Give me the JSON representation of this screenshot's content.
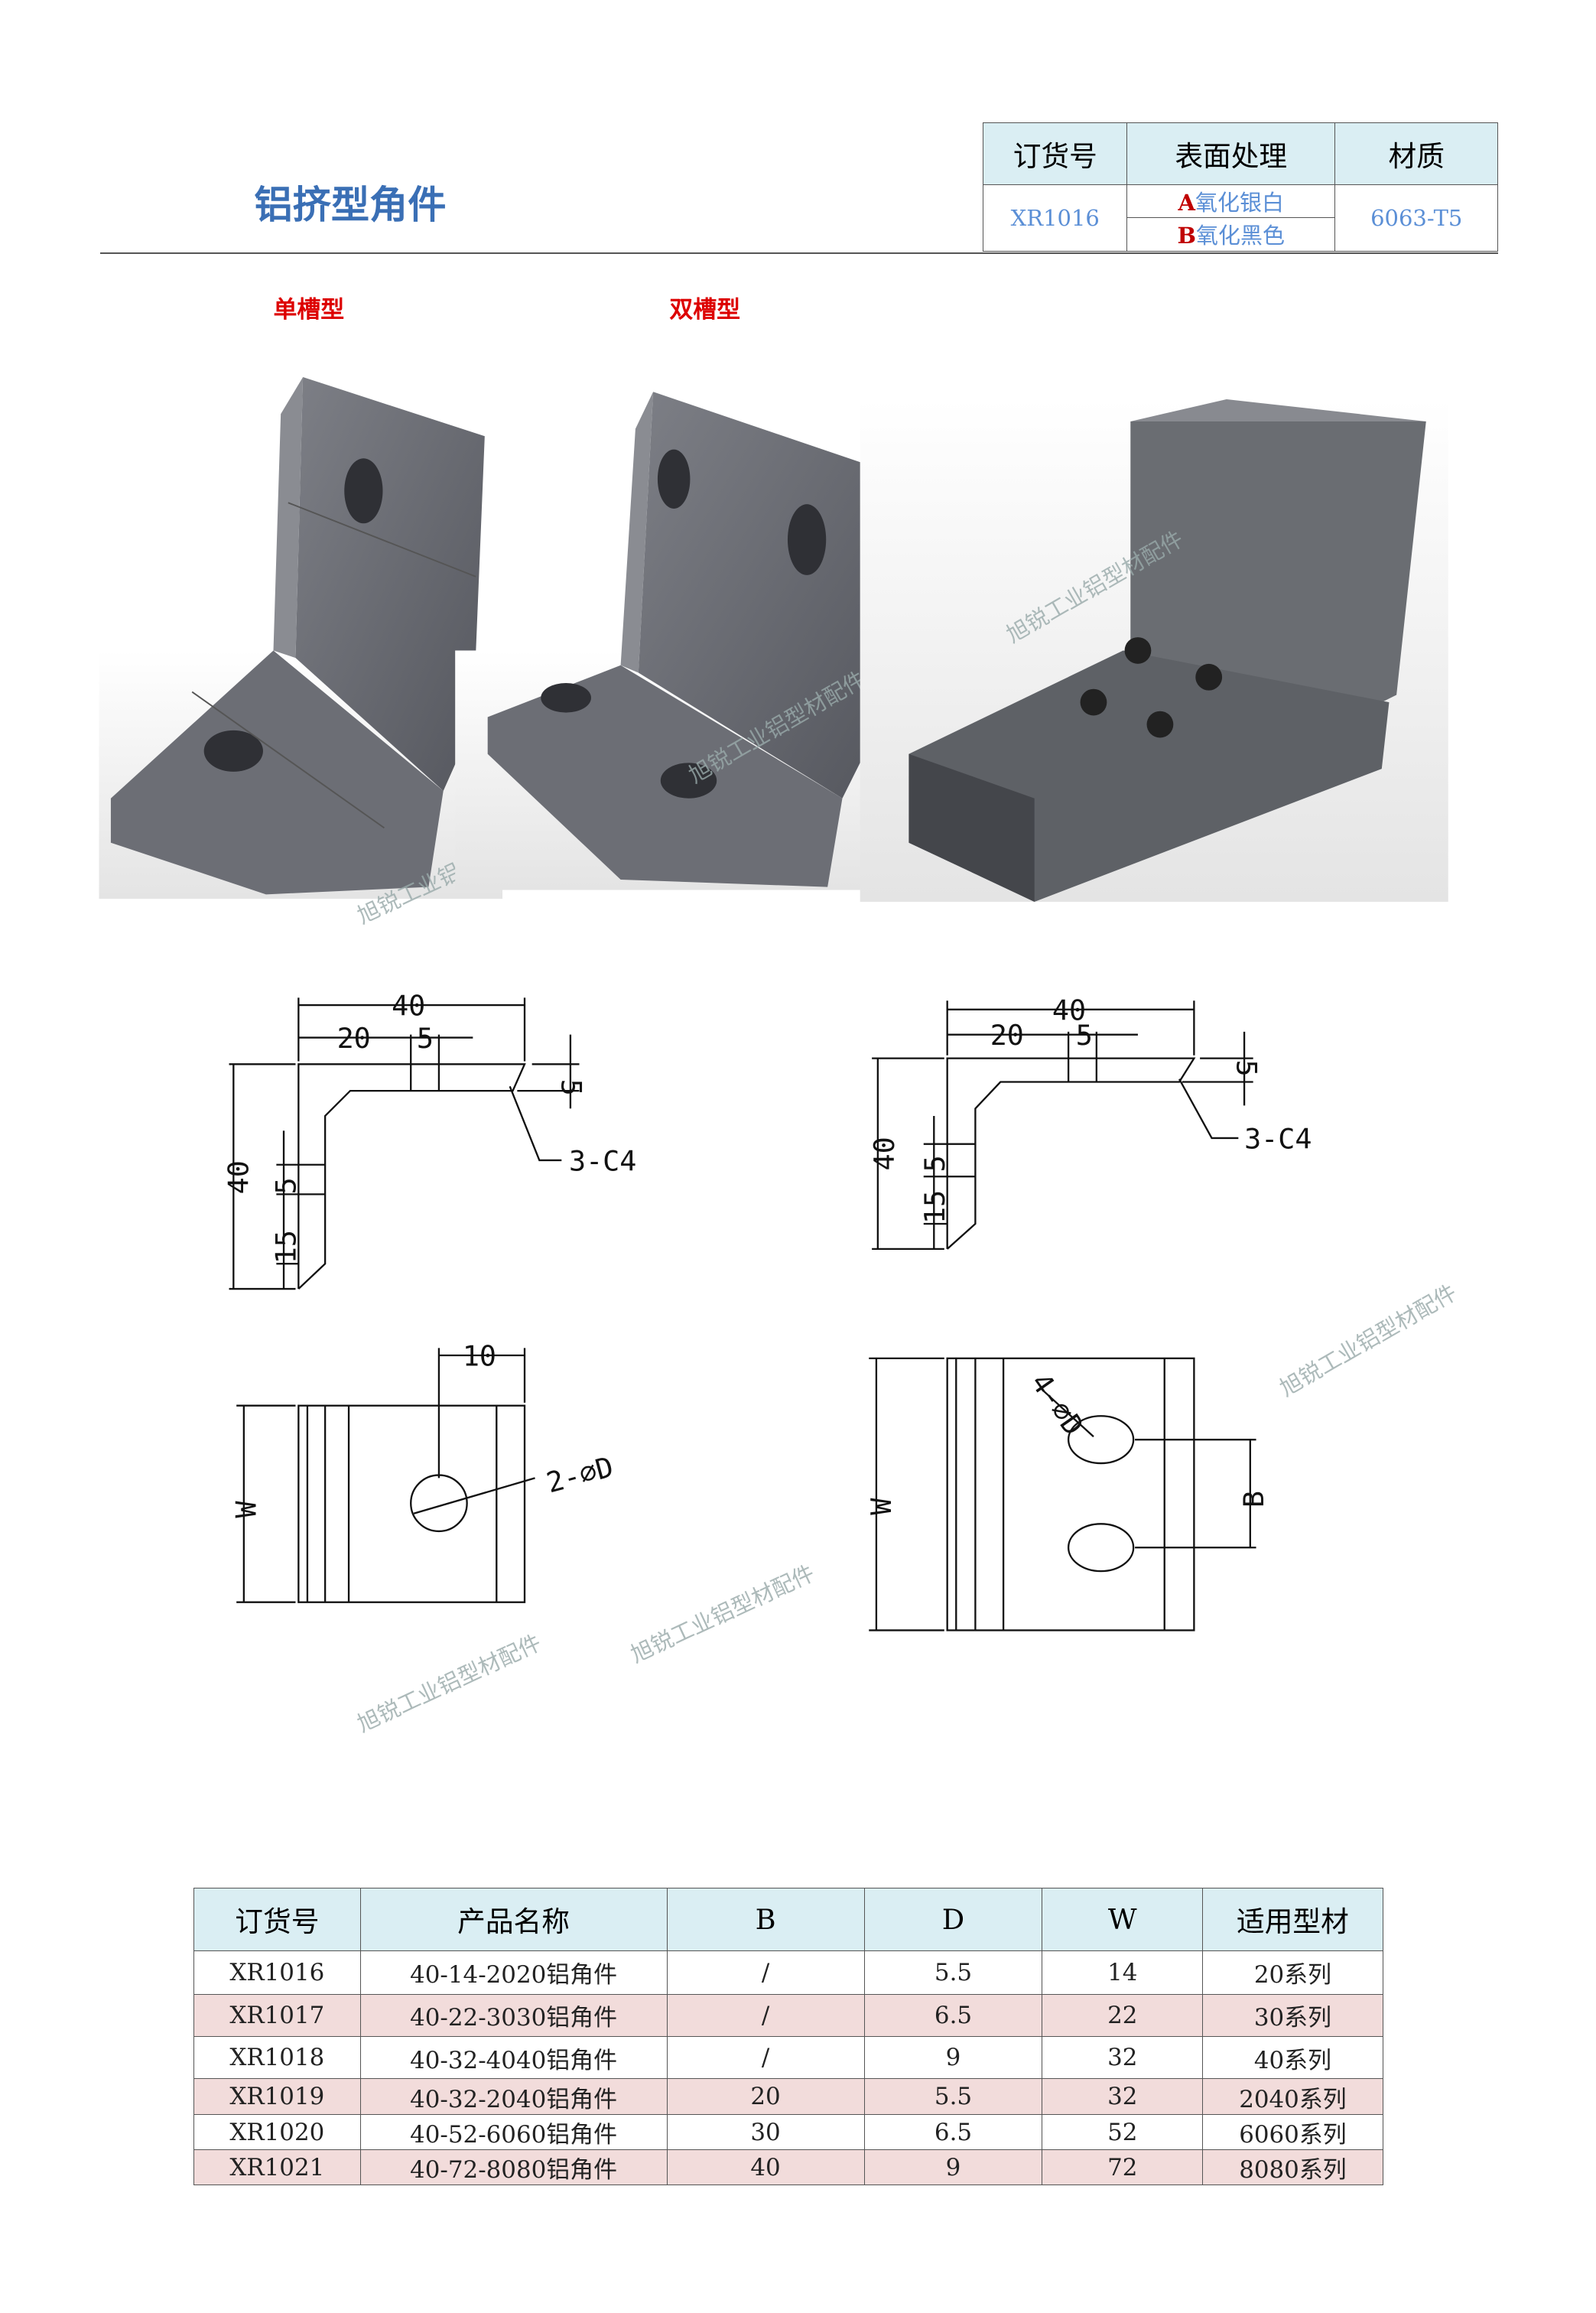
{
  "title": "铝挤型角件",
  "spec_table": {
    "headers": [
      "订货号",
      "表面处理",
      "材质"
    ],
    "order_no": "XR1016",
    "finish_a_letter": "A",
    "finish_a": "氧化银白",
    "finish_b_letter": "B",
    "finish_b": "氧化黑色",
    "material": "6063-T5"
  },
  "types": {
    "single": "单槽型",
    "double": "双槽型"
  },
  "watermark": "旭锐工业铝型材配件",
  "drawing_single": {
    "dim_total": "40",
    "dim_20": "20",
    "dim_5": "5",
    "dim_5_right": "5",
    "dim_height": "40",
    "dim_15": "15",
    "dim_5_left": "5",
    "chamfer": "3-C4",
    "dim_10": "10",
    "hole": "2-⌀D",
    "width": "W"
  },
  "drawing_double": {
    "dim_total": "40",
    "dim_20": "20",
    "dim_5": "5",
    "dim_5_right": "5",
    "dim_height": "40",
    "dim_15": "15",
    "dim_5_left": "5",
    "chamfer": "3-C4",
    "hole": "4-⌀D",
    "width": "W",
    "spacing": "B"
  },
  "parts_table": {
    "headers": [
      "订货号",
      "产品名称",
      "B",
      "D",
      "W",
      "适用型材"
    ],
    "rows": [
      [
        "XR1016",
        "40-14-2020铝角件",
        "/",
        "5.5",
        "14",
        "20系列"
      ],
      [
        "XR1017",
        "40-22-3030铝角件",
        "/",
        "6.5",
        "22",
        "30系列"
      ],
      [
        "XR1018",
        "40-32-4040铝角件",
        "/",
        "9",
        "32",
        "40系列"
      ],
      [
        "XR1019",
        "40-32-2040铝角件",
        "20",
        "5.5",
        "32",
        "2040系列"
      ],
      [
        "XR1020",
        "40-52-6060铝角件",
        "30",
        "6.5",
        "52",
        "6060系列"
      ],
      [
        "XR1021",
        "40-72-8080铝角件",
        "40",
        "9",
        "72",
        "8080系列"
      ]
    ]
  }
}
